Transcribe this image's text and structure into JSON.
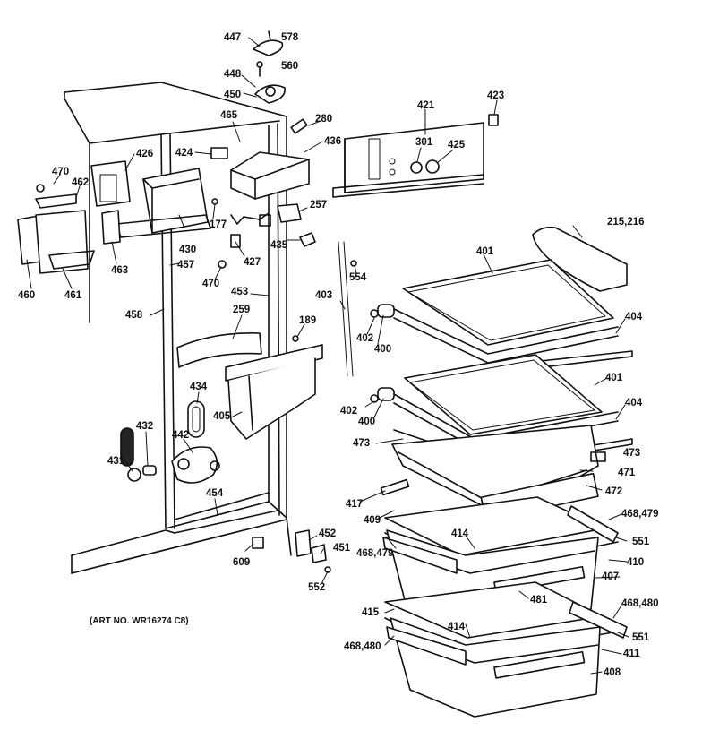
{
  "art_note": "(ART NO. WR16274 C8)",
  "parts": {
    "p447": "447",
    "p578": "578",
    "p448": "448",
    "p560": "560",
    "p450": "450",
    "p465": "465",
    "p280": "280",
    "p436": "436",
    "p424": "424",
    "p426": "426",
    "p470a": "470",
    "p462": "462",
    "p177": "177",
    "p257": "257",
    "p430": "430",
    "p427": "427",
    "p435": "435",
    "p463": "463",
    "p457": "457",
    "p460": "460",
    "p461": "461",
    "p470b": "470",
    "p453": "453",
    "p458": "458",
    "p259": "259",
    "p189": "189",
    "p403": "403",
    "p554": "554",
    "p421": "421",
    "p423": "423",
    "p301": "301",
    "p425": "425",
    "p215": "215,216",
    "p401a": "401",
    "p404a": "404",
    "p402a": "402",
    "p400a": "400",
    "p401b": "401",
    "p404b": "404",
    "p402b": "402",
    "p400b": "400",
    "p473a": "473",
    "p473b": "473",
    "p471": "471",
    "p472": "472",
    "p434": "434",
    "p405": "405",
    "p442": "442",
    "p432": "432",
    "p431": "431",
    "p417": "417",
    "p409": "409",
    "p468a": "468,479",
    "p414a": "414",
    "p551a": "551",
    "p410": "410",
    "p454": "454",
    "p452": "452",
    "p451": "451",
    "p609": "609",
    "p552": "552",
    "p468b": "468,479",
    "p407": "407",
    "p481": "481",
    "p468c": "468,480",
    "p415": "415",
    "p414b": "414",
    "p551b": "551",
    "p411": "411",
    "p468d": "468,480",
    "p408": "408"
  }
}
